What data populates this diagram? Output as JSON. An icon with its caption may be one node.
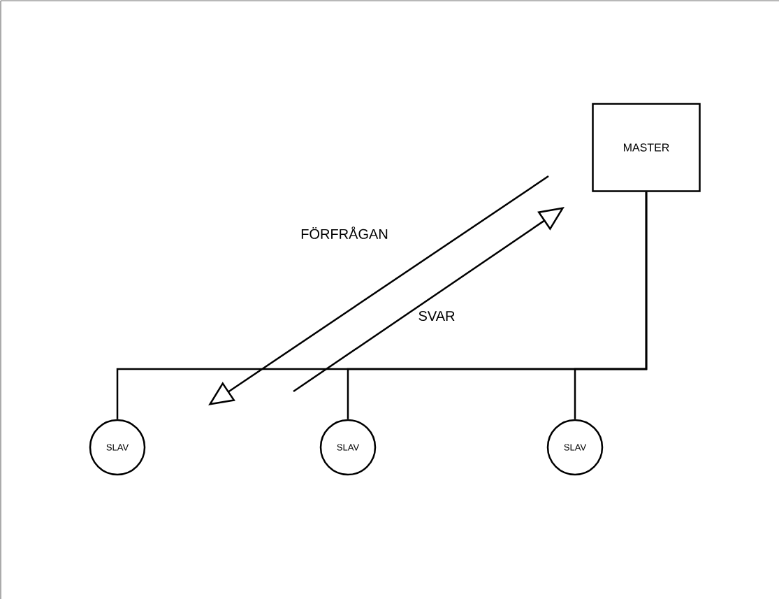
{
  "diagram": {
    "nodes": [
      {
        "text": [
          "MASTER"
        ]
      },
      {
        "text": [
          "SLAV"
        ]
      },
      {
        "text": [
          "SLAV"
        ]
      },
      {
        "text": [
          "SLAV"
        ]
      }
    ],
    "edges": [
      {
        "from": 0,
        "to": 1,
        "arrow": "none"
      },
      {
        "from": 0,
        "to": 2,
        "arrow": "none"
      },
      {
        "from": 0,
        "to": 3,
        "arrow": "none"
      }
    ],
    "labels": [
      "FÖRFRÅGAN",
      "SVAR"
    ]
  }
}
